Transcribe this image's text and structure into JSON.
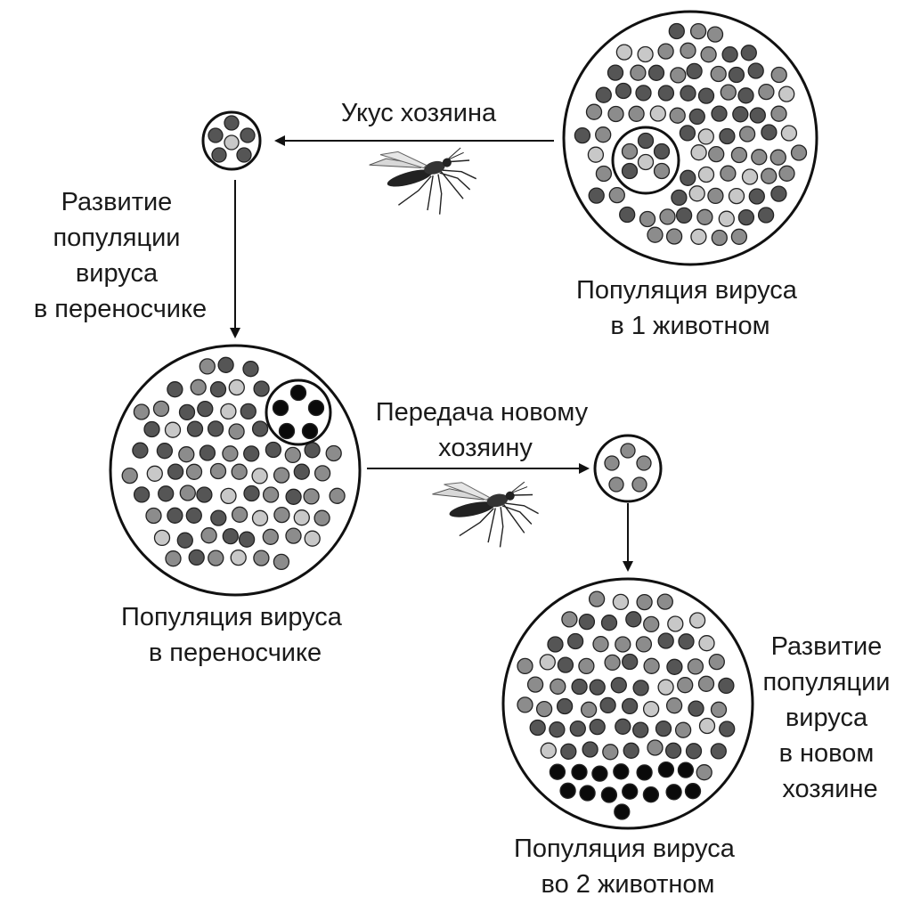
{
  "labels": {
    "bite": "Укус хозяина",
    "dev_vector": [
      "Развитие",
      "популяции",
      "вируса",
      "в переносчике"
    ],
    "pop_animal1": [
      "Популяция вируса",
      "в 1 животном"
    ],
    "transfer": [
      "Передача новому",
      "хозяину"
    ],
    "pop_vector": [
      "Популяция вируса",
      "в переносчике"
    ],
    "dev_host": [
      "Развитие",
      "популяции",
      "вируса",
      "в новом",
      "хозяине"
    ],
    "pop_animal2": [
      "Популяция вируса",
      "во 2 животном"
    ]
  },
  "colors": {
    "outline": "#111111",
    "dark": "#555555",
    "medium": "#8c8c8c",
    "light": "#c8c8c8",
    "black": "#0a0a0a"
  },
  "icons": [
    "mosquito-icon",
    "mosquito-icon"
  ]
}
